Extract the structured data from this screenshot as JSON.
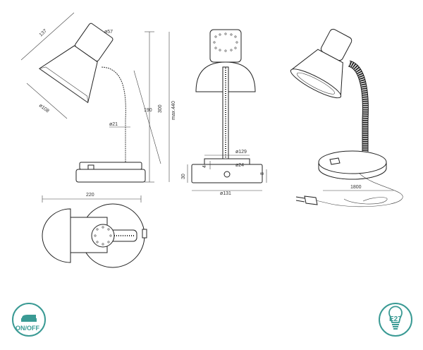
{
  "dimensions": {
    "shade_length": "137",
    "socket_diameter": "ø57",
    "shade_diameter": "ø108",
    "neck_diameter": "ø21",
    "neck_length": "190",
    "height": "300",
    "max_height": "max.440",
    "top_diameter": "ø129",
    "stem_diameter": "ø24",
    "base_offset": "4",
    "base_height": "30",
    "base_lip": "8",
    "base_diameter": "ø131",
    "plan_width": "220",
    "cable_length": "1800"
  },
  "badges": {
    "switch_label": "ON/OFF",
    "bulb_label": "E27",
    "switch_icon": "switch-icon",
    "bulb_icon": "bulb-icon"
  },
  "colors": {
    "line": "#222222",
    "accent": "#3a9a94"
  }
}
